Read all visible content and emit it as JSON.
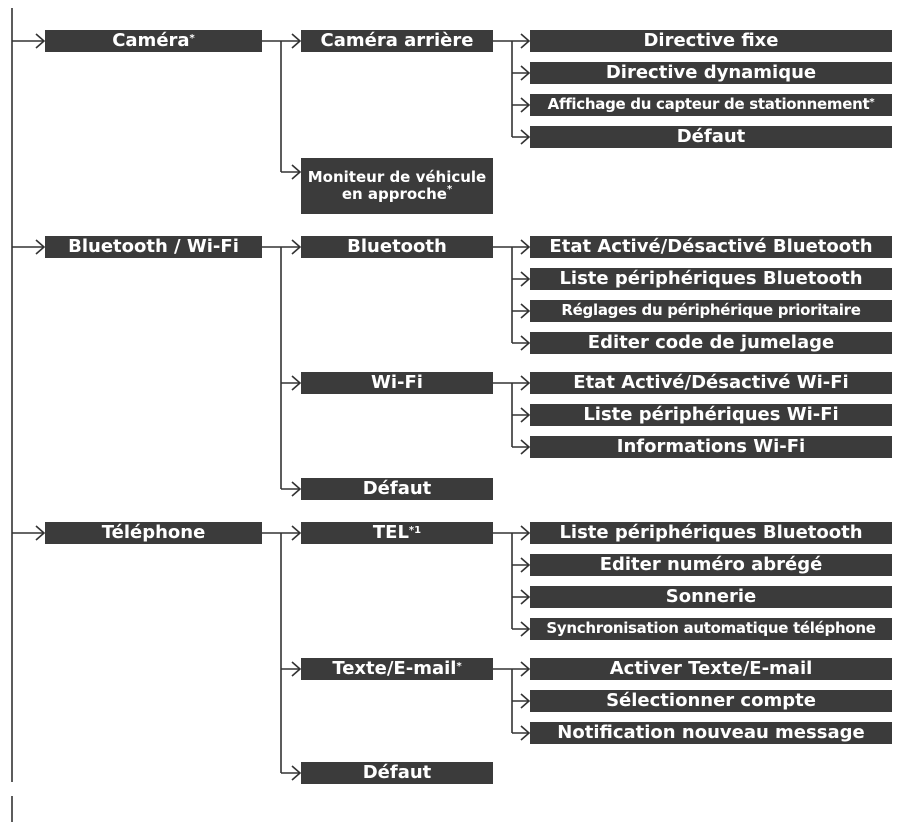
{
  "level1": [
    {
      "label": "Caméra",
      "mark": "*"
    },
    {
      "label": "Bluetooth / Wi-Fi",
      "mark": ""
    },
    {
      "label": "Téléphone",
      "mark": ""
    }
  ],
  "level2": [
    {
      "label": "Caméra arrière",
      "mark": ""
    },
    {
      "line1": "Moniteur de véhicule",
      "line2": "en approche",
      "mark": "*"
    },
    {
      "label": "Bluetooth",
      "mark": ""
    },
    {
      "label": "Wi-Fi",
      "mark": ""
    },
    {
      "label": "Défaut",
      "mark": ""
    },
    {
      "label": "TEL",
      "mark": "*1"
    },
    {
      "label": "Texte/E-mail",
      "mark": "*"
    },
    {
      "label": "Défaut",
      "mark": ""
    }
  ],
  "level3": [
    {
      "label": "Directive fixe",
      "mark": ""
    },
    {
      "label": "Directive dynamique",
      "mark": ""
    },
    {
      "label": "Affichage du capteur de stationnement",
      "mark": "*"
    },
    {
      "label": "Défaut",
      "mark": ""
    },
    {
      "label": "Etat Activé/Désactivé Bluetooth",
      "mark": ""
    },
    {
      "label": "Liste périphériques Bluetooth",
      "mark": ""
    },
    {
      "label": "Réglages du périphérique prioritaire",
      "mark": ""
    },
    {
      "label": "Editer code de jumelage",
      "mark": ""
    },
    {
      "label": "Etat Activé/Désactivé Wi-Fi",
      "mark": ""
    },
    {
      "label": "Liste périphériques Wi-Fi",
      "mark": ""
    },
    {
      "label": "Informations Wi-Fi",
      "mark": ""
    },
    {
      "label": "Liste périphériques Bluetooth",
      "mark": ""
    },
    {
      "label": "Editer numéro abrégé",
      "mark": ""
    },
    {
      "label": "Sonnerie",
      "mark": ""
    },
    {
      "label": "Synchronisation automatique téléphone",
      "mark": ""
    },
    {
      "label": "Activer Texte/E-mail",
      "mark": ""
    },
    {
      "label": "Sélectionner compte",
      "mark": ""
    },
    {
      "label": "Notification nouveau message",
      "mark": ""
    }
  ],
  "colors": {
    "box": "#3b3b3b",
    "text": "#ffffff",
    "line": "#333333"
  }
}
